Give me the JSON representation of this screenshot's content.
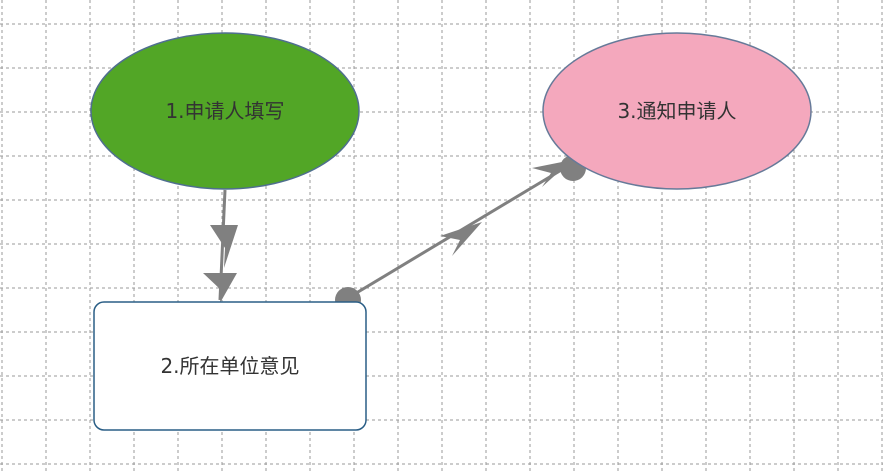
{
  "diagram": {
    "type": "flowchart",
    "nodes": [
      {
        "id": "n1",
        "label": "1.申请人填写",
        "shape": "ellipse",
        "fill": "#52a626",
        "stroke": "#4f6f8f"
      },
      {
        "id": "n2",
        "label": "2.所在单位意见",
        "shape": "rounded-rect",
        "fill": "#ffffff",
        "stroke": "#2a5e86"
      },
      {
        "id": "n3",
        "label": "3.通知申请人",
        "shape": "ellipse",
        "fill": "#f4a8bd",
        "stroke": "#667a99"
      }
    ],
    "edges": [
      {
        "from": "n1",
        "to": "n2"
      },
      {
        "from": "n2",
        "to": "n3"
      }
    ]
  },
  "colors": {
    "grid": "#9a9a9a",
    "connector": "#808080",
    "background": "#ffffff",
    "text": "#333333"
  }
}
